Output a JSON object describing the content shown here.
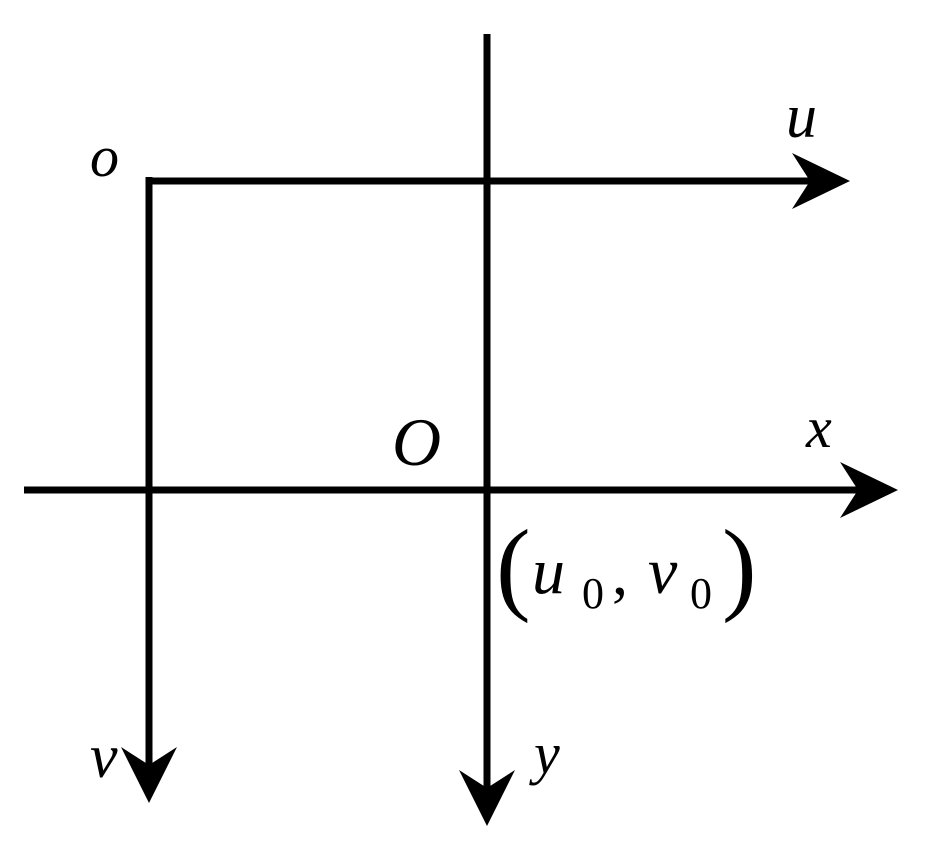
{
  "colors": {
    "ink": "#000000",
    "background": "#ffffff"
  },
  "labels": {
    "pixel_origin": "o",
    "pixel_u_axis": "u",
    "pixel_v_axis": "v",
    "image_origin": "O",
    "image_x_axis": "x",
    "image_y_axis": "y"
  },
  "principal_point": {
    "open_paren": "(",
    "u_var": "u",
    "u_sub": "0",
    "comma": ",",
    "v_var": "v",
    "v_sub": "0",
    "close_paren": ")"
  },
  "icons": {
    "arrow": "arrow-head-icon"
  }
}
